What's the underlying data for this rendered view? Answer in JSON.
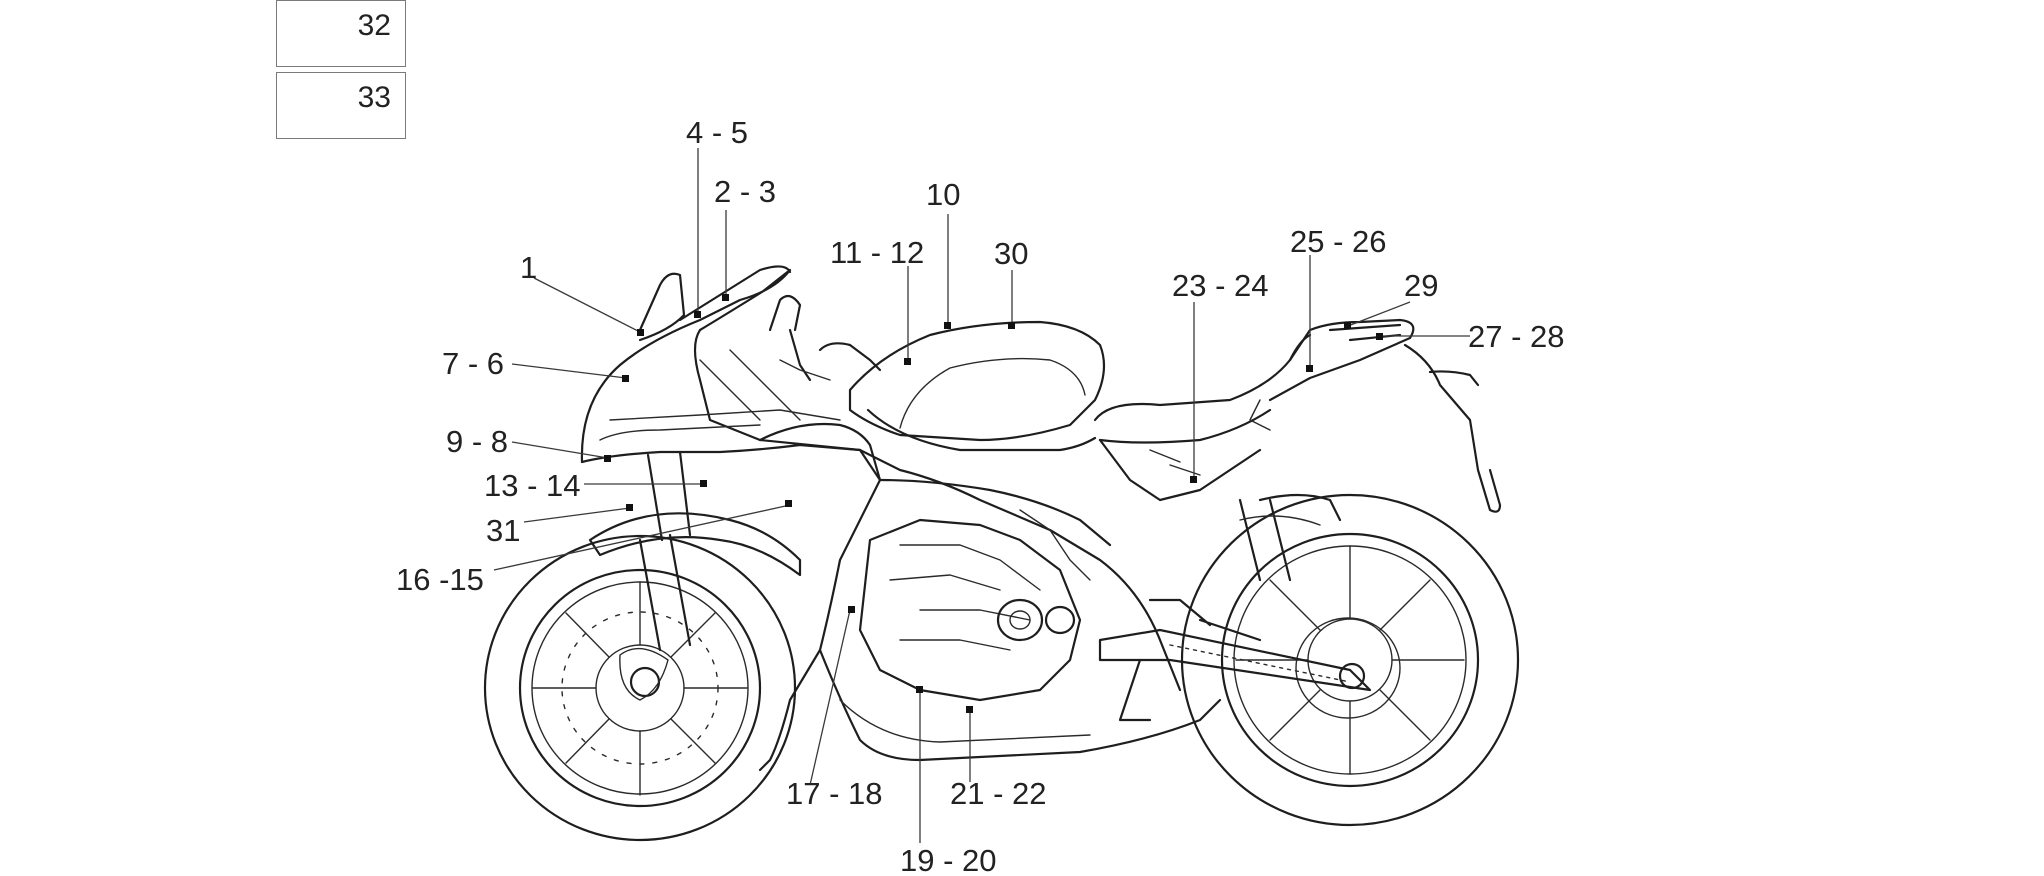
{
  "boxes": [
    "32",
    "33"
  ],
  "callouts": {
    "c1": "1",
    "c2_3": "2 - 3",
    "c4_5": "4 - 5",
    "c7_6": "7 - 6",
    "c9_8": "9 - 8",
    "c10": "10",
    "c11_12": "11 - 12",
    "c13_14": "13 - 14",
    "c16_15": "16 -15",
    "c17_18": "17 - 18",
    "c19_20": "19 - 20",
    "c21_22": "21 - 22",
    "c23_24": "23 - 24",
    "c25_26": "25 - 26",
    "c27_28": "27 - 28",
    "c29": "29",
    "c30": "30",
    "c31": "31"
  }
}
